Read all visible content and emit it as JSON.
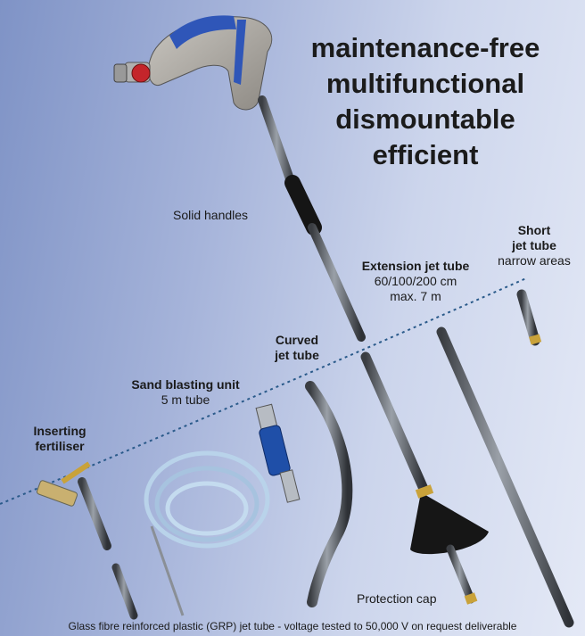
{
  "headline": {
    "line1": "maintenance-free",
    "line2": "multifunctional",
    "line3": "dismountable",
    "line4": "efficient"
  },
  "labels": {
    "solid_handles": "Solid handles",
    "short_jet_tube": {
      "line1": "Short",
      "line2": "jet tube",
      "line3": "narrow areas"
    },
    "extension_jet_tube": {
      "line1": "Extension jet tube",
      "line2": "60/100/200 cm",
      "line3": "max. 7 m"
    },
    "curved_jet_tube": {
      "line1": "Curved",
      "line2": "jet tube"
    },
    "sand_blasting_unit": {
      "line1": "Sand blasting unit",
      "line2": "5 m tube"
    },
    "inserting_fertiliser": {
      "line1": "Inserting",
      "line2": "fertiliser"
    },
    "protection_cap": "Protection cap"
  },
  "footer": "Glass fibre reinforced plastic (GRP) jet tube - voltage tested to 50,000 V on request deliverable"
}
